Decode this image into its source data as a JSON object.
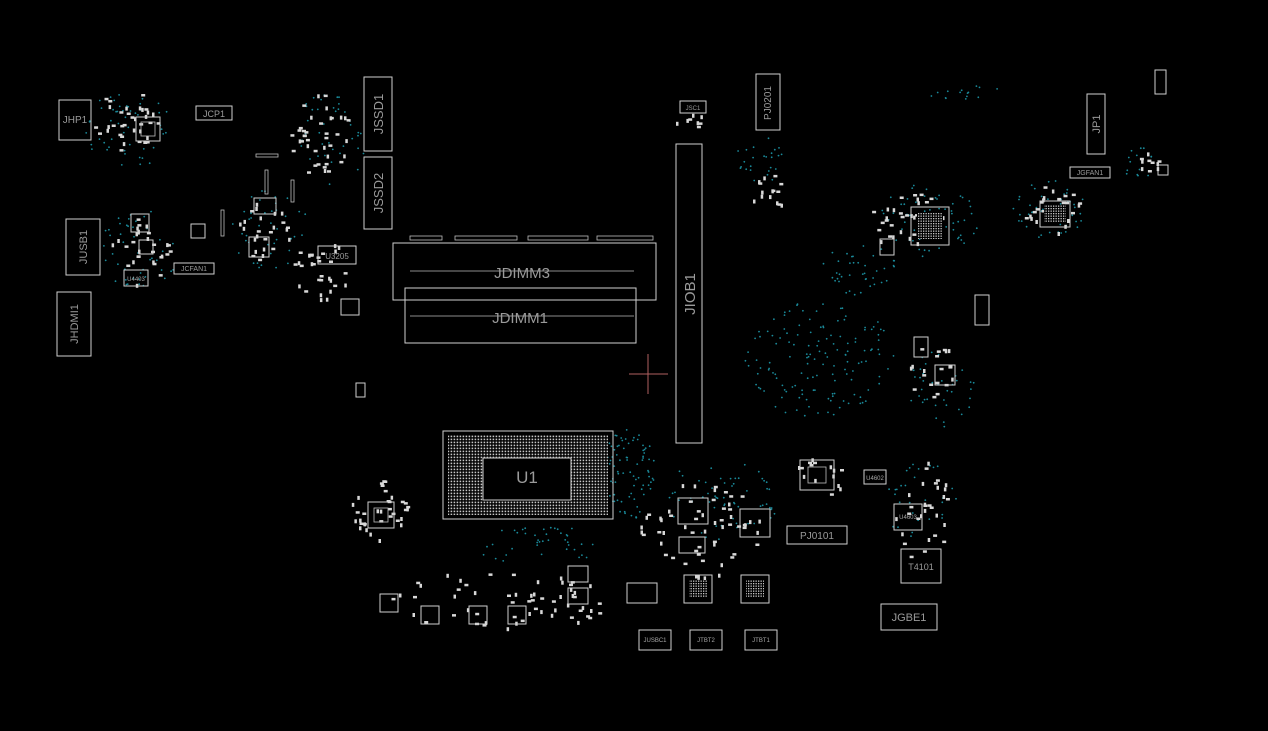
{
  "components": {
    "jhp1": "JHP1",
    "jcp1": "JCP1",
    "jusb1": "JUSB1",
    "jcfan1": "JCFAN1",
    "jhdmi1": "JHDMI1",
    "jssd1": "JSSD1",
    "jssd2": "JSSD2",
    "u3205": "U3205",
    "jdimm3": "JDIMM3",
    "jdimm1": "JDIMM1",
    "jio_b1": "JIOB1",
    "jsc1": "JSC1",
    "pj0201": "PJ0201",
    "jp1": "JP1",
    "jgfan1": "JGFAN1",
    "u1": "U1",
    "pj0101": "PJ0101",
    "t4101": "T4101",
    "jgbe1": "JGBE1",
    "jtbt2": "JTBT2",
    "jtbt1": "JTBT1",
    "jusbc1": "JUSBC1"
  },
  "colors": {
    "background": "#000000",
    "outline": "#cfcfcf",
    "label": "#9a9a9a",
    "via": "#1a8a9a"
  }
}
